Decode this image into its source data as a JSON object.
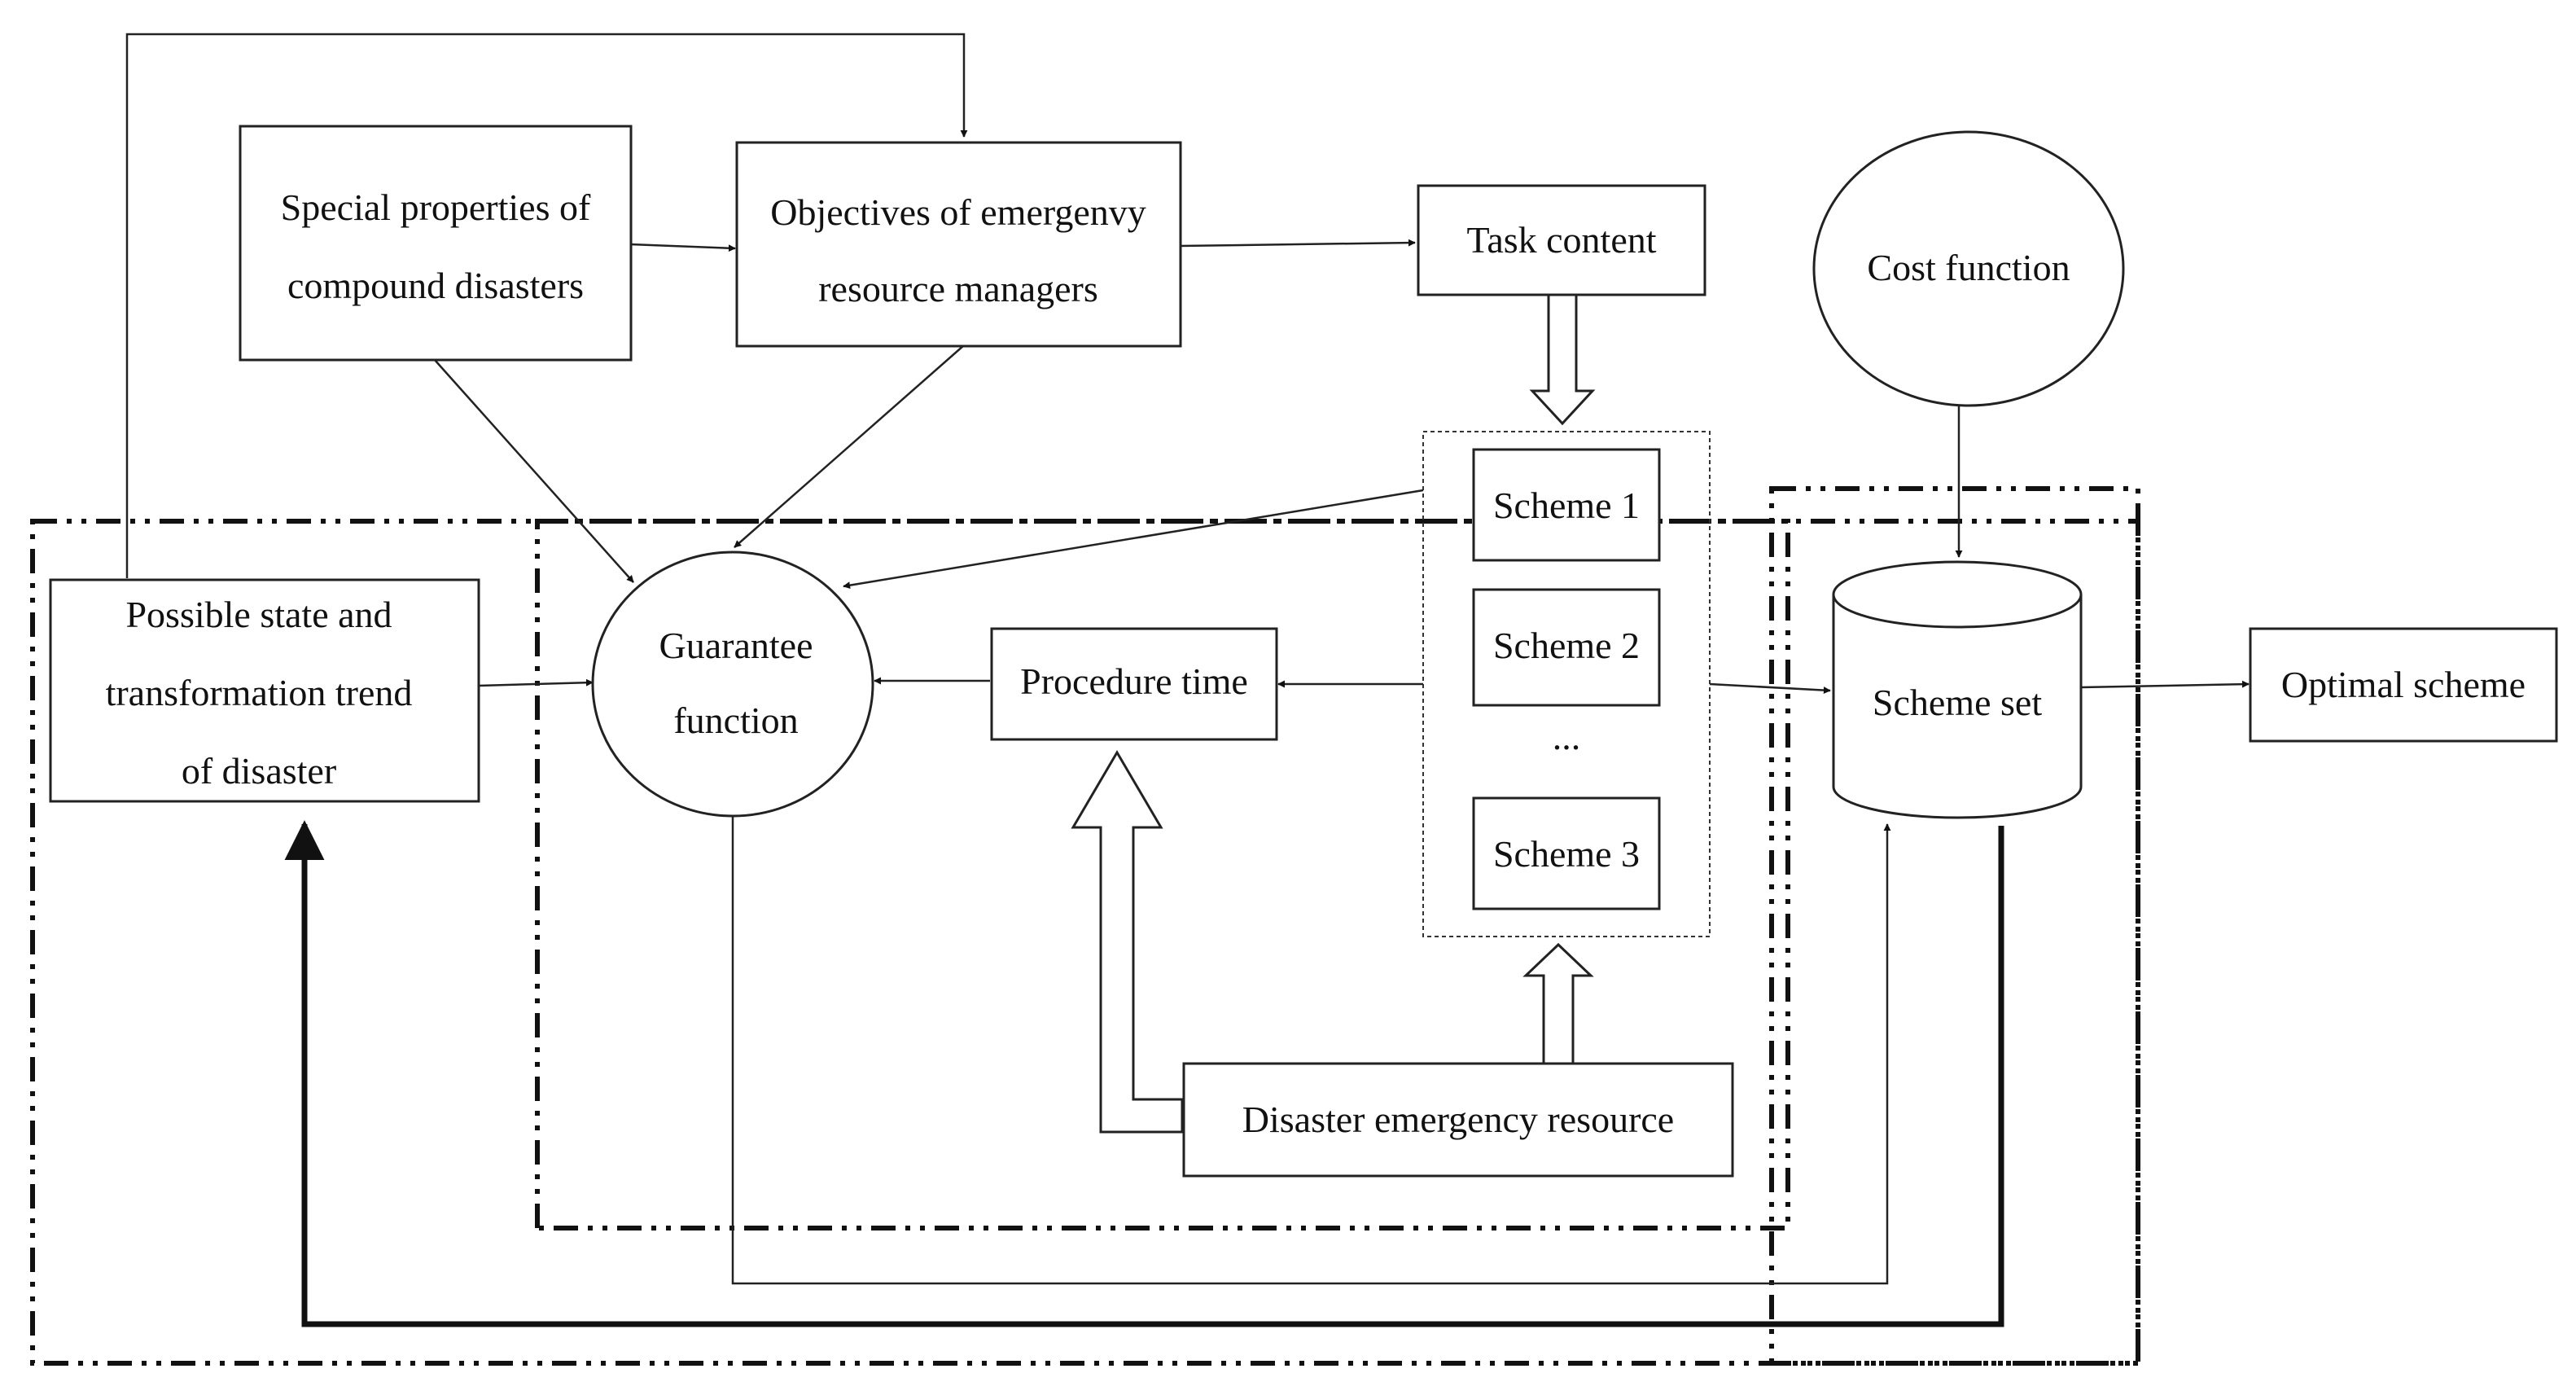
{
  "nodes": {
    "special_properties": [
      "Special properties of",
      "compound disasters"
    ],
    "objectives": [
      "Objectives of emergenvy",
      "resource managers"
    ],
    "task_content": "Task content",
    "cost_function": "Cost function",
    "possible_state": [
      "Possible state and",
      "transformation trend",
      "of disaster"
    ],
    "guarantee_function": [
      "Guarantee",
      "function"
    ],
    "procedure_time": "Procedure time",
    "scheme_1": "Scheme 1",
    "scheme_2": "Scheme 2",
    "scheme_ellipsis": "...",
    "scheme_3": "Scheme 3",
    "scheme_set": "Scheme set",
    "optimal_scheme": "Optimal scheme",
    "disaster_emergency_resource": "Disaster emergency resource"
  }
}
